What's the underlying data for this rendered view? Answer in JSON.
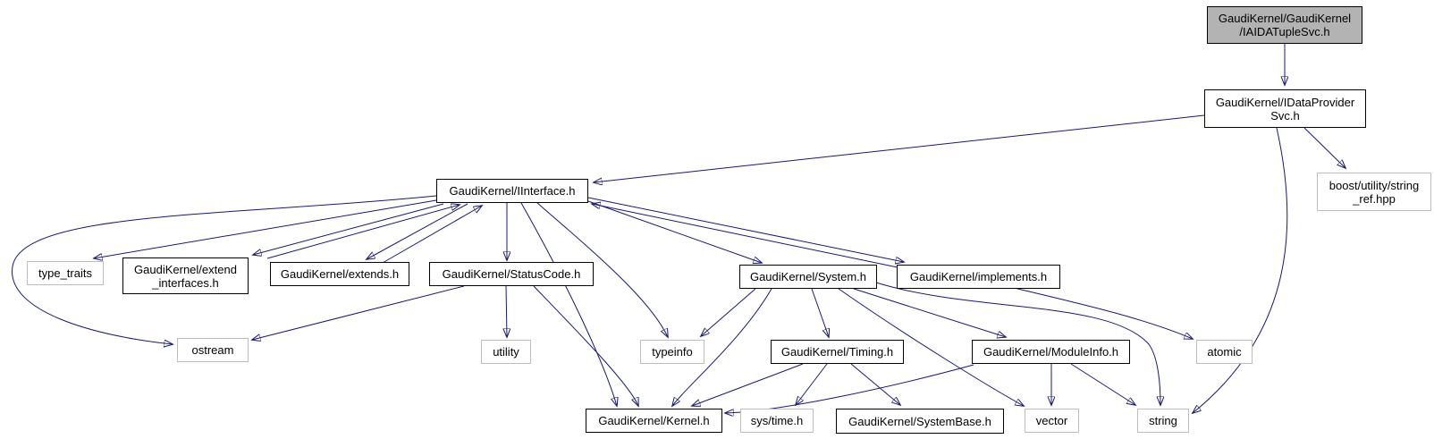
{
  "colors": {
    "edge": "#191970",
    "project_node_border": "#000000",
    "system_node_border": "#bdbdbd",
    "current_node_fill": "#b3b3b3",
    "node_fill": "#ffffff"
  },
  "nodes": {
    "aida": {
      "label": "GaudiKernel/GaudiKernel\n/IAIDATupleSvc.h",
      "kind": "current"
    },
    "idps": {
      "label": "GaudiKernel/IDataProvider\nSvc.h",
      "kind": "project"
    },
    "boost": {
      "label": "boost/utility/string\n_ref.hpp",
      "kind": "system"
    },
    "iface": {
      "label": "GaudiKernel/IInterface.h",
      "kind": "project"
    },
    "type_traits": {
      "label": "type_traits",
      "kind": "system"
    },
    "extifc": {
      "label": "GaudiKernel/extend\n_interfaces.h",
      "kind": "project"
    },
    "extends": {
      "label": "GaudiKernel/extends.h",
      "kind": "project"
    },
    "statuscode": {
      "label": "GaudiKernel/StatusCode.h",
      "kind": "project"
    },
    "system": {
      "label": "GaudiKernel/System.h",
      "kind": "project"
    },
    "implements": {
      "label": "GaudiKernel/implements.h",
      "kind": "project"
    },
    "ostream": {
      "label": "ostream",
      "kind": "system"
    },
    "utility": {
      "label": "utility",
      "kind": "system"
    },
    "typeinfo": {
      "label": "typeinfo",
      "kind": "system"
    },
    "timing": {
      "label": "GaudiKernel/Timing.h",
      "kind": "project"
    },
    "moduleinfo": {
      "label": "GaudiKernel/ModuleInfo.h",
      "kind": "project"
    },
    "atomic": {
      "label": "atomic",
      "kind": "system"
    },
    "kernel": {
      "label": "GaudiKernel/Kernel.h",
      "kind": "project"
    },
    "systime": {
      "label": "sys/time.h",
      "kind": "system"
    },
    "systembase": {
      "label": "GaudiKernel/SystemBase.h",
      "kind": "project"
    },
    "vector": {
      "label": "vector",
      "kind": "system"
    },
    "string": {
      "label": "string",
      "kind": "system"
    }
  },
  "edges": [
    {
      "from": "aida",
      "to": "idps"
    },
    {
      "from": "idps",
      "to": "iface"
    },
    {
      "from": "idps",
      "to": "boost"
    },
    {
      "from": "idps",
      "to": "string"
    },
    {
      "from": "iface",
      "to": "type_traits"
    },
    {
      "from": "iface",
      "to": "ostream"
    },
    {
      "from": "iface",
      "to": "extifc"
    },
    {
      "from": "extifc",
      "to": "iface"
    },
    {
      "from": "iface",
      "to": "extends"
    },
    {
      "from": "extends",
      "to": "iface"
    },
    {
      "from": "iface",
      "to": "statuscode"
    },
    {
      "from": "iface",
      "to": "system"
    },
    {
      "from": "iface",
      "to": "implements"
    },
    {
      "from": "implements",
      "to": "iface"
    },
    {
      "from": "iface",
      "to": "typeinfo"
    },
    {
      "from": "iface",
      "to": "kernel"
    },
    {
      "from": "statuscode",
      "to": "ostream"
    },
    {
      "from": "statuscode",
      "to": "utility"
    },
    {
      "from": "statuscode",
      "to": "kernel"
    },
    {
      "from": "system",
      "to": "typeinfo"
    },
    {
      "from": "system",
      "to": "kernel"
    },
    {
      "from": "system",
      "to": "timing"
    },
    {
      "from": "system",
      "to": "moduleinfo"
    },
    {
      "from": "system",
      "to": "vector"
    },
    {
      "from": "system",
      "to": "string"
    },
    {
      "from": "implements",
      "to": "atomic"
    },
    {
      "from": "timing",
      "to": "kernel"
    },
    {
      "from": "timing",
      "to": "systime"
    },
    {
      "from": "timing",
      "to": "systembase"
    },
    {
      "from": "moduleinfo",
      "to": "kernel"
    },
    {
      "from": "moduleinfo",
      "to": "vector"
    },
    {
      "from": "moduleinfo",
      "to": "string"
    }
  ]
}
